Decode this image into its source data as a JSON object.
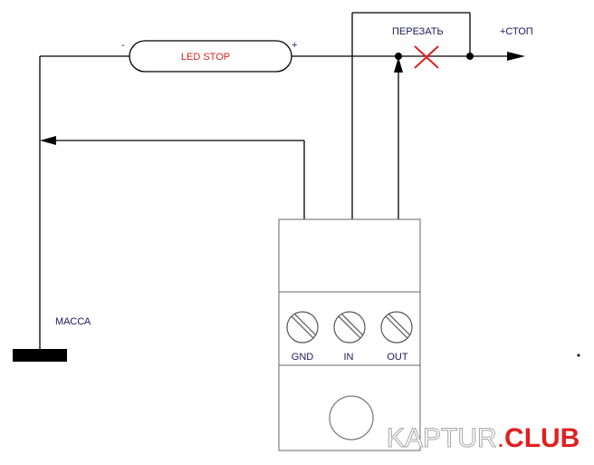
{
  "lamp": {
    "label": "LED STOP",
    "minus": "-",
    "plus": "+"
  },
  "labels": {
    "cut": "ПЕРЕЗАТЬ",
    "stop_out": "+СТОП",
    "ground": "МАССА"
  },
  "module": {
    "terminals": [
      {
        "label": "GND"
      },
      {
        "label": "IN"
      },
      {
        "label": "OUT"
      }
    ]
  },
  "watermark": {
    "part1": "KAPTUR",
    "dot": ".",
    "part2": "CLUB"
  },
  "colors": {
    "wire": "#000000",
    "lamp_text": "#e02020",
    "label_text": "#1a1a5a",
    "cut_mark": "#e02020",
    "watermark_gray": "#a8a8a8",
    "watermark_red": "#e02020"
  }
}
